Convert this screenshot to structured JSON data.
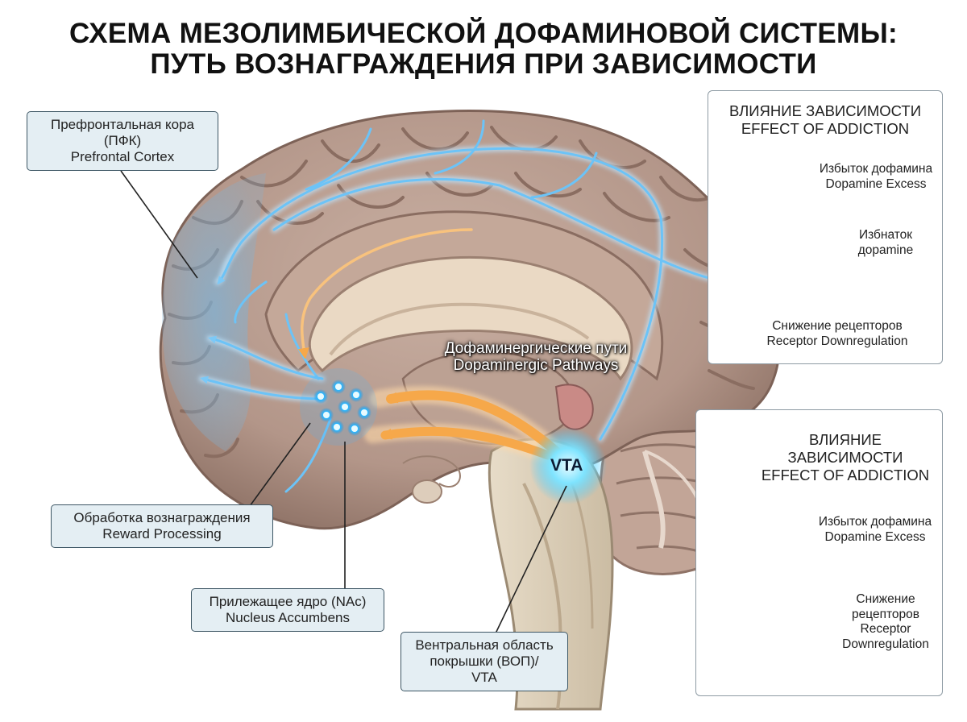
{
  "title": {
    "line1": "СХЕМА МЕЗОЛИМБИЧЕСКОЙ ДОФАМИНОВОЙ СИСТЕМЫ:",
    "line2": "ПУТЬ ВОЗНАГРАЖДЕНИЯ ПРИ ЗАВИСИМОСТИ"
  },
  "labels": {
    "pfc": {
      "ru": "Префронтальная кора",
      "abbr": "(ПФК)",
      "en": "Prefrontal Cortex"
    },
    "reward": {
      "ru": "Обработка вознаграждения",
      "en": "Reward Processing"
    },
    "nac": {
      "ru": "Прилежащее ядро (NAc)",
      "en": "Nucleus Accumbens"
    },
    "vta": {
      "line1": "Вентральная область",
      "line2": "покрышки (ВОП)/",
      "line3": "VTA"
    },
    "pathways": {
      "ru": "Дофаминергические пути",
      "en": "Dopaminergic Pathways"
    },
    "vta_marker": "VTA"
  },
  "panels": [
    {
      "title_ru": "ВЛИЯНИЕ ЗАВИСИМОСТИ",
      "title_en": "EFFECT OF ADDICTION",
      "excess_ru": "Избыток дофамина",
      "excess_en": "Dopamine Excess",
      "extra1": "Избнаток",
      "extra2": "доpamine",
      "down_ru": "Снижение рецепторов",
      "down_en": "Receptor Downregulation"
    },
    {
      "title_ru": "ВЛИЯНИЕ ЗАВИСИМОСТИ",
      "title_en": "EFFECT OF ADDICTION",
      "excess_ru": "Избыток дофамина",
      "excess_en": "Dopamine Excess",
      "down_ru1": "Снижение",
      "down_ru2": "рецепторов",
      "down_en1": "Receptor",
      "down_en2": "Downregulation"
    }
  ],
  "colors": {
    "brain": "#b89e90",
    "brain_dark": "#8f7367",
    "pathway_blue": "#5fb8f2",
    "pathway_orange": "#f4a341",
    "label_bg": "#e4eef3",
    "synapse_blue": "#b3c6e0",
    "dopamine_dot": "#f39a3a"
  }
}
